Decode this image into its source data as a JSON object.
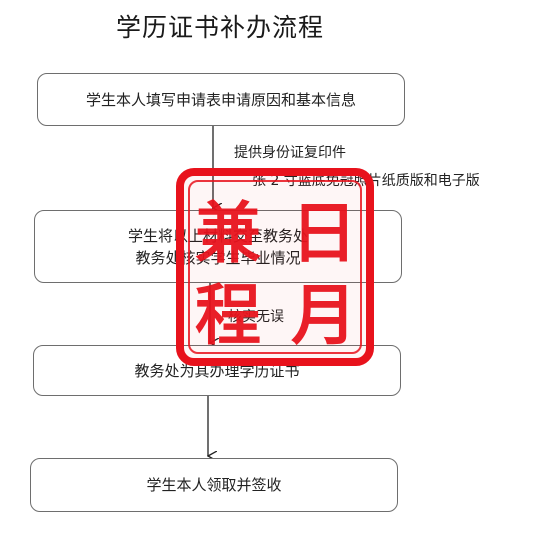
{
  "title": "学历证书补办流程",
  "steps": [
    {
      "line1": "学生本人填写申请表申请原因和基本信息",
      "line2": ""
    },
    {
      "line1": "学生将以上材料交至教务处",
      "line2": "教务处核实学生毕业情况"
    },
    {
      "line1": "教务处为其办理学历证书",
      "line2": ""
    },
    {
      "line1": "学生本人领取并签收",
      "line2": ""
    }
  ],
  "notes": [
    "提供身份证复印件",
    "张 2 寸蓝底免冠照片纸质版和电子版",
    "核实无误"
  ],
  "seal": {
    "characters": [
      "兼",
      "日",
      "程",
      "月"
    ],
    "color": "#e8121c"
  }
}
